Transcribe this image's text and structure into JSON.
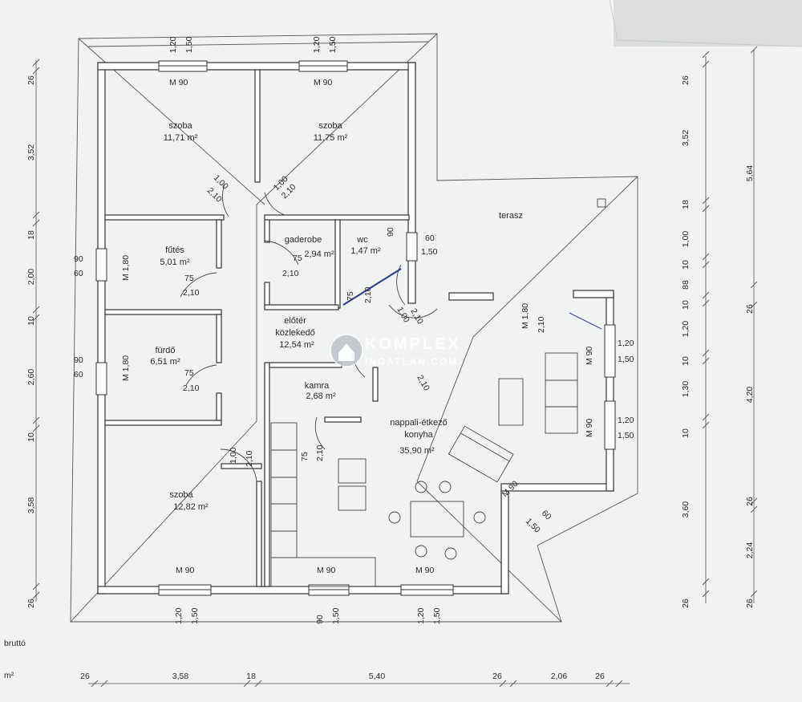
{
  "rooms": [
    {
      "id": "szoba-1",
      "name": "szoba",
      "area": "11,71 m²"
    },
    {
      "id": "szoba-2",
      "name": "szoba",
      "area": "11,75 m²"
    },
    {
      "id": "futes",
      "name": "fűtés",
      "area": "5,01 m²"
    },
    {
      "id": "gaderobe",
      "name": "gaderobe",
      "area": "2,94 m²"
    },
    {
      "id": "wc",
      "name": "wc",
      "area": "1,47 m²"
    },
    {
      "id": "furdo",
      "name": "fürdő",
      "area": "6,51 m²"
    },
    {
      "id": "eloter",
      "name": "előtér",
      "name2": "közlekedő",
      "area": "12,54 m²"
    },
    {
      "id": "kamra",
      "name": "kamra",
      "area": "2,68 m²"
    },
    {
      "id": "nappali",
      "name": "nappali-étkező",
      "name2": "konyha",
      "area": "35,90 m²"
    },
    {
      "id": "szoba-3",
      "name": "szoba",
      "area": "12,82 m²"
    },
    {
      "id": "terasz",
      "name": "terasz",
      "area": ""
    }
  ],
  "labels": {
    "m90": "M 90",
    "m180": "M 1,80",
    "w120": "1,20",
    "w150": "1,50",
    "w90": "90",
    "w60": "60",
    "w75": "75",
    "w100": "1,00",
    "h210": "2,10",
    "m90v": "M 90"
  },
  "dims": {
    "bottom": [
      "26",
      "3,58",
      "18",
      "5,40",
      "26",
      "2,06",
      "26"
    ],
    "left": [
      "26",
      "3,52",
      "18",
      "2,00",
      "10",
      "2,60",
      "10",
      "3,58",
      "26"
    ],
    "right_inner": [
      "26",
      "3,52",
      "18",
      "1,00",
      "10",
      "88",
      "10",
      "1,20",
      "10",
      "1,30",
      "10",
      "3,60",
      "26"
    ],
    "right_outer": [
      "5,64",
      "26",
      "4,20",
      "26",
      "2,24",
      "26"
    ]
  },
  "side_notes": {
    "brutto": "bruttó",
    "unit": "m²"
  },
  "watermark": {
    "brand": "KOMPLEX",
    "sub": "INGATLAN.COM"
  }
}
